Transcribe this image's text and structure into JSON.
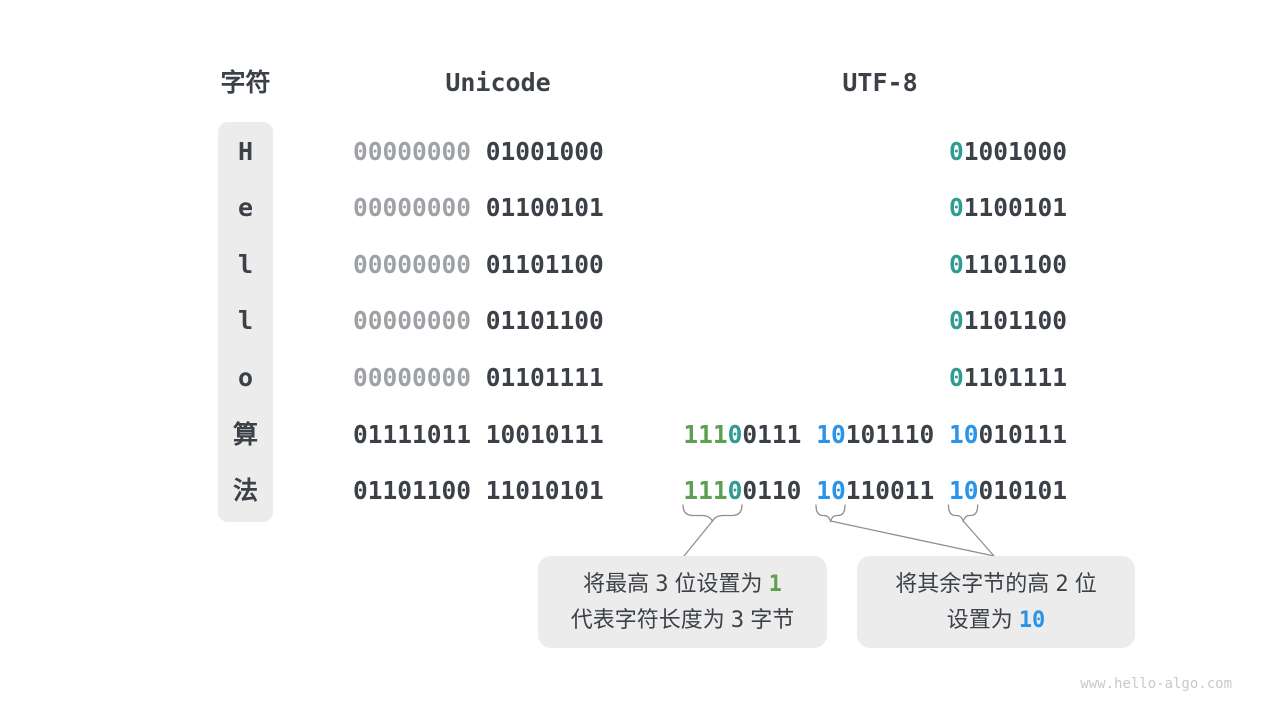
{
  "colors": {
    "dark": "#3c4147",
    "dim": "#9ea1a5",
    "green": "#5ea052",
    "teal": "#2d9c92",
    "blue": "#2a93ea",
    "box_bg": "#ececec",
    "connector": "#8f8f8f",
    "watermark": "#c9c9c9"
  },
  "header": {
    "char_label": "字符",
    "unicode_label": "Unicode",
    "utf8_label": "UTF-8"
  },
  "rows": [
    {
      "char": "H",
      "unicode": [
        [
          "00000000",
          "dim"
        ],
        [
          " ",
          "dark"
        ],
        [
          "01001000",
          "dark"
        ]
      ],
      "utf8": [
        [
          "0",
          "teal"
        ],
        [
          "1001000",
          "dark"
        ]
      ]
    },
    {
      "char": "e",
      "unicode": [
        [
          "00000000",
          "dim"
        ],
        [
          " ",
          "dark"
        ],
        [
          "01100101",
          "dark"
        ]
      ],
      "utf8": [
        [
          "0",
          "teal"
        ],
        [
          "1100101",
          "dark"
        ]
      ]
    },
    {
      "char": "l",
      "unicode": [
        [
          "00000000",
          "dim"
        ],
        [
          " ",
          "dark"
        ],
        [
          "01101100",
          "dark"
        ]
      ],
      "utf8": [
        [
          "0",
          "teal"
        ],
        [
          "1101100",
          "dark"
        ]
      ]
    },
    {
      "char": "l",
      "unicode": [
        [
          "00000000",
          "dim"
        ],
        [
          " ",
          "dark"
        ],
        [
          "01101100",
          "dark"
        ]
      ],
      "utf8": [
        [
          "0",
          "teal"
        ],
        [
          "1101100",
          "dark"
        ]
      ]
    },
    {
      "char": "o",
      "unicode": [
        [
          "00000000",
          "dim"
        ],
        [
          " ",
          "dark"
        ],
        [
          "01101111",
          "dark"
        ]
      ],
      "utf8": [
        [
          "0",
          "teal"
        ],
        [
          "1101111",
          "dark"
        ]
      ]
    },
    {
      "char": "算",
      "unicode": [
        [
          "01111011 10010111",
          "dark"
        ]
      ],
      "utf8": [
        [
          "111",
          "green"
        ],
        [
          "0",
          "teal"
        ],
        [
          "0111 ",
          "dark"
        ],
        [
          "10",
          "blue"
        ],
        [
          "101110 ",
          "dark"
        ],
        [
          "10",
          "blue"
        ],
        [
          "010111",
          "dark"
        ]
      ]
    },
    {
      "char": "法",
      "unicode": [
        [
          "01101100 11010101",
          "dark"
        ]
      ],
      "utf8": [
        [
          "111",
          "green"
        ],
        [
          "0",
          "teal"
        ],
        [
          "0110 ",
          "dark"
        ],
        [
          "10",
          "blue"
        ],
        [
          "110011 ",
          "dark"
        ],
        [
          "10",
          "blue"
        ],
        [
          "010101",
          "dark"
        ]
      ]
    }
  ],
  "callouts": [
    {
      "lines": [
        [
          [
            "将最高 ",
            "text"
          ],
          [
            "3",
            "num"
          ],
          [
            " 位设置为 ",
            "text"
          ],
          [
            "1",
            "green-num"
          ]
        ],
        [
          [
            "代表字符长度为 ",
            "text"
          ],
          [
            "3",
            "num"
          ],
          [
            " 字节",
            "text"
          ]
        ]
      ]
    },
    {
      "lines": [
        [
          [
            "将其余字节的高 ",
            "text"
          ],
          [
            "2",
            "num"
          ],
          [
            " 位",
            "text"
          ]
        ],
        [
          [
            "设置为 ",
            "text"
          ],
          [
            "10",
            "blue-num"
          ]
        ]
      ]
    }
  ],
  "watermark": "www.hello-algo.com"
}
